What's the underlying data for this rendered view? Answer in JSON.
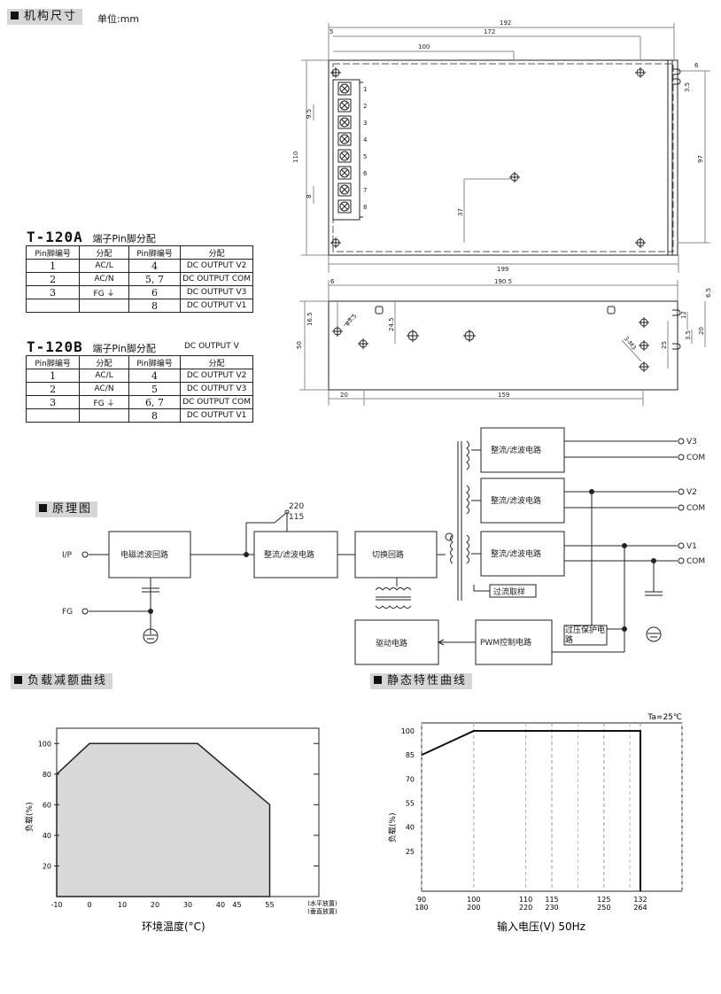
{
  "sections": {
    "dimensions": "机构尺寸",
    "unit": "单位:mm",
    "schematic": "原理图",
    "derating": "负载减额曲线",
    "static": "静态特性曲线"
  },
  "table_a": {
    "model": "T-120A",
    "suffix": "端子Pin脚分配",
    "headers": [
      "Pin脚编号",
      "分配",
      "Pin脚编号",
      "分配"
    ],
    "rows": [
      [
        "1",
        "AC/L",
        "4",
        "DC OUTPUT V2"
      ],
      [
        "2",
        "AC/N",
        "5, 7",
        "DC OUTPUT COM"
      ],
      [
        "3",
        "FG ⏚",
        "6",
        "DC OUTPUT V3"
      ],
      [
        "",
        "",
        "8",
        "DC OUTPUT V1"
      ]
    ]
  },
  "table_b": {
    "model": "T-120B",
    "suffix": "端子Pin脚分配",
    "note": "DC OUTPUT V",
    "headers": [
      "Pin脚编号",
      "分配",
      "Pin脚编号",
      "分配"
    ],
    "rows": [
      [
        "1",
        "AC/L",
        "4",
        "DC OUTPUT V2"
      ],
      [
        "2",
        "AC/N",
        "5",
        "DC OUTPUT V3"
      ],
      [
        "3",
        "FG ⏚",
        "6, 7",
        "DC OUTPUT COM"
      ],
      [
        "",
        "",
        "8",
        "DC OUTPUT V1"
      ]
    ]
  },
  "drawing_top": {
    "dims": [
      "192",
      "172",
      "100",
      "5",
      "199",
      "110",
      "97",
      "9.5",
      "8",
      "37",
      "6",
      "3.5"
    ],
    "terminals": [
      "1",
      "2",
      "3",
      "4",
      "5",
      "6",
      "7",
      "8"
    ]
  },
  "drawing_side": {
    "dims": [
      "6",
      "190.5",
      "6.5",
      "16.5",
      "φ3.5",
      "24.5",
      "50",
      "12",
      "3.5",
      "20",
      "25",
      "3-M3",
      "20",
      "159"
    ]
  },
  "schematic": {
    "ip": "I/P",
    "fg": "FG",
    "emi": "电磁滤波回路",
    "rect": "整流/滤波电路",
    "switch": "切换回路",
    "v220": "220",
    "v115": "115",
    "drive": "驱动电路",
    "pwm": "PWM控制电路",
    "ovp": "过压保护电路",
    "ocs": "过流取样",
    "outputs": [
      "V3",
      "COM",
      "V2",
      "COM",
      "V1",
      "COM"
    ]
  },
  "chart_data": [
    {
      "type": "area",
      "x": [
        -10,
        0,
        33,
        55
      ],
      "y": [
        80,
        100,
        100,
        60
      ],
      "xticks": [
        "-10",
        "0",
        "10",
        "20",
        "30",
        "40",
        "45",
        "55"
      ],
      "yticks": [
        "20",
        "40",
        "60",
        "80",
        "100"
      ],
      "ylabel": "负载(%)",
      "xlabel": "环境温度(°C)",
      "note1": "(水平放置)",
      "note2": "(垂直放置)",
      "xlim": [
        -10,
        70
      ],
      "ylim": [
        0,
        110
      ]
    },
    {
      "type": "line",
      "x": [
        90,
        100,
        132,
        132
      ],
      "y": [
        85,
        100,
        100,
        0
      ],
      "xticks_top": [
        "90",
        "100",
        "110",
        "115",
        "125",
        "132"
      ],
      "xticks_bottom": [
        "180",
        "200",
        "220",
        "230",
        "250",
        "264"
      ],
      "yticks": [
        "25",
        "40",
        "55",
        "70",
        "85",
        "100"
      ],
      "ylabel": "负载(%)",
      "xlabel": "输入电压(V) 50Hz",
      "annotation": "Ta=25℃"
    }
  ]
}
